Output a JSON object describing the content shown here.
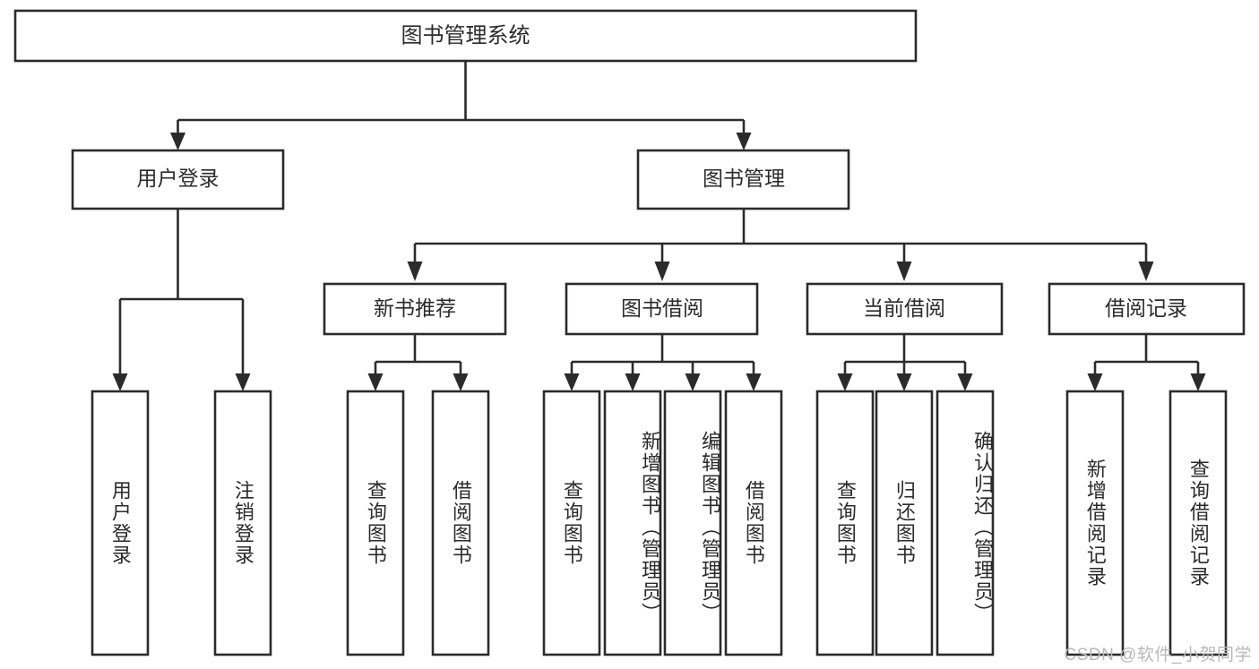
{
  "diagram": {
    "title": "图书管理系统",
    "type": "tree-hierarchy-diagram",
    "watermark": "CSDN @软件_小贺同学",
    "colors": {
      "stroke": "#2b2b2b",
      "fill": "#ffffff",
      "text": "#2b2b2b",
      "watermark": "#b9b9b9",
      "background": "#ffffff"
    },
    "root": {
      "label": "图书管理系统"
    },
    "level2": [
      {
        "label": "用户登录"
      },
      {
        "label": "图书管理"
      }
    ],
    "level3": [
      {
        "label": "新书推荐"
      },
      {
        "label": "图书借阅"
      },
      {
        "label": "当前借阅"
      },
      {
        "label": "借阅记录"
      }
    ],
    "leaves": {
      "user_login": [
        {
          "label": "用户登录"
        },
        {
          "label": "注销登录"
        }
      ],
      "new_book_recommend": [
        {
          "label": "查询图书"
        },
        {
          "label": "借阅图书"
        }
      ],
      "book_borrow": [
        {
          "label": "查询图书"
        },
        {
          "label": "新增图书（管理员）"
        },
        {
          "label": "编辑图书（管理员）"
        },
        {
          "label": "借阅图书"
        }
      ],
      "current_borrow": [
        {
          "label": "查询图书"
        },
        {
          "label": "归还图书"
        },
        {
          "label": "确认归还（管理员）"
        }
      ],
      "borrow_record": [
        {
          "label": "新增借阅记录"
        },
        {
          "label": "查询借阅记录"
        }
      ]
    }
  }
}
